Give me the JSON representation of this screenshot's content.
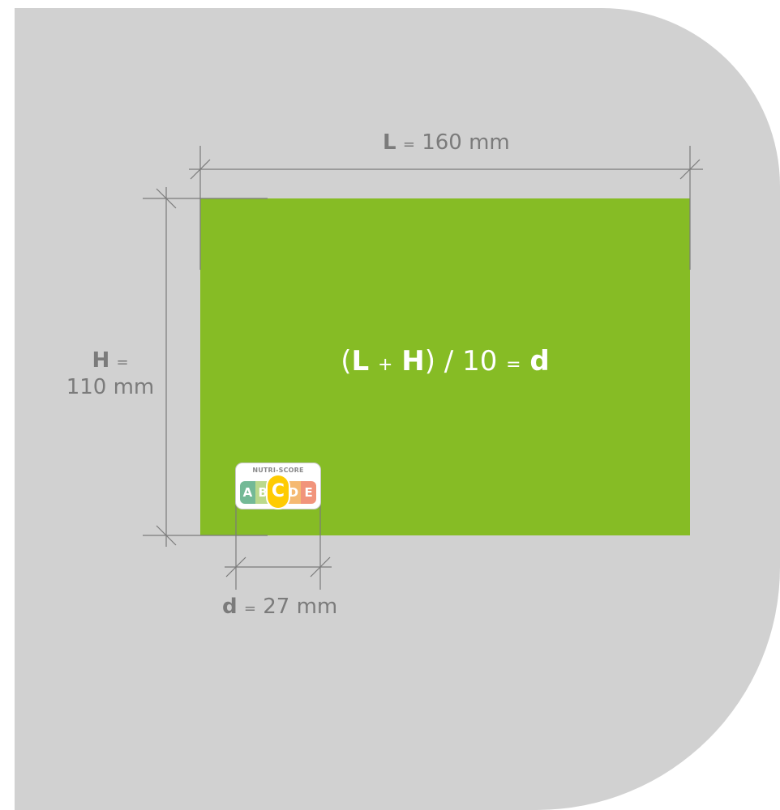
{
  "formula": {
    "paren_open": "(",
    "l": "L",
    "plus": "+",
    "h": "H",
    "paren_close": ")",
    "divide": "∕",
    "ten": "10",
    "equals": "=",
    "d": "d"
  },
  "dimensions": {
    "length": {
      "symbol": "L",
      "eq": "=",
      "value": "160 mm"
    },
    "height": {
      "symbol": "H",
      "eq": "=",
      "value": "110 mm"
    },
    "diameter": {
      "symbol": "d",
      "eq": "=",
      "value": "27 mm"
    }
  },
  "nutriscore": {
    "title": "NUTRI-SCORE",
    "grades": [
      {
        "letter": "A",
        "color": "#038141"
      },
      {
        "letter": "B",
        "color": "#85bb2f"
      },
      {
        "letter": "C",
        "color": "#fecb02"
      },
      {
        "letter": "D",
        "color": "#ee8100"
      },
      {
        "letter": "E",
        "color": "#e63e11"
      }
    ],
    "selected": "C"
  },
  "colors": {
    "background": "#d1d1d1",
    "package": "#86bc25",
    "dimension_lines": "#7b7b7b"
  }
}
